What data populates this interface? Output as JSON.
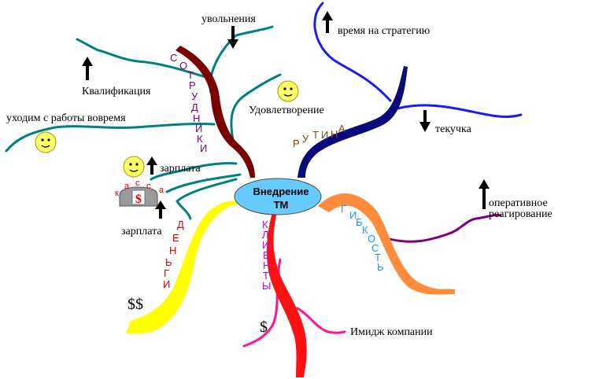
{
  "center": {
    "line1": "Внедрение",
    "line2": "ТМ"
  },
  "labels": {
    "uvolneniya": "увольнения",
    "vremya": "время на стратегию",
    "kvalifikaciya": "Квалификация",
    "udovletvorenie": "Удовлетворение",
    "uhodim": "уходим с работы вовремя",
    "tekuchka": "текучка",
    "zarplata_top": "зарплата",
    "zarplata_bottom": "зарплата",
    "operativnoe_1": "оперативное",
    "operativnoe_2": "реагирование",
    "imidzh": "Имидж компании",
    "double_dollar": "$$",
    "single_dollar": "$"
  },
  "branches": {
    "sotrudniki": [
      "С",
      "О",
      "Т",
      "Р",
      "У",
      "Д",
      "Н",
      "И",
      "К",
      "И"
    ],
    "rutina": [
      "Р",
      "У",
      "Т",
      "И",
      "Н",
      "А"
    ],
    "gibkost": [
      "Г",
      "И",
      "Б",
      "К",
      "О",
      "С",
      "Т",
      "Ь"
    ],
    "dengi": [
      "Д",
      "Е",
      "Н",
      "Ь",
      "Г",
      "И"
    ],
    "klienty": [
      "К",
      "Л",
      "И",
      "Е",
      "Н",
      "Т",
      "Ы"
    ]
  },
  "kassa": {
    "letters": [
      "к",
      "а",
      "с",
      "с",
      "а"
    ],
    "symbol": "$"
  },
  "arrows": {
    "uvolneniya": "down",
    "vremya": "up",
    "kvalifikaciya": "up",
    "tekuchka": "down",
    "zarplata_top": "up",
    "zarplata_bottom": "up",
    "operativnoe": "up"
  },
  "colors": {
    "sotrudniki": "#7a0000",
    "rutina": "#0a0a7a",
    "gibkost": "#ff8c3c",
    "dengi": "#ffff00",
    "klienty": "#ff1010",
    "teal": "#008080",
    "blue": "#1a1aff",
    "purple": "#800080",
    "pink": "#ff1493",
    "center_fill": "#66ccff",
    "smiley": "#ffff66"
  }
}
